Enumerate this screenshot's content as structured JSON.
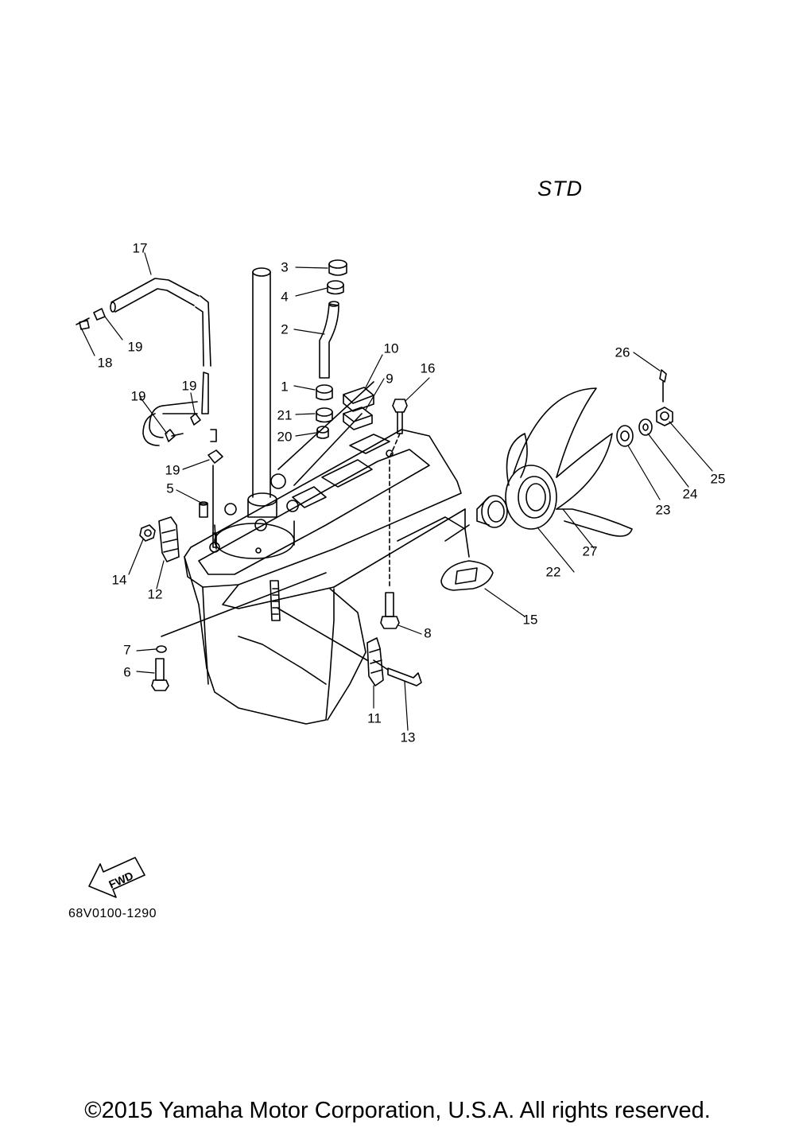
{
  "diagram": {
    "variant_label": "STD",
    "diagram_code": "68V0100-1290",
    "fwd_arrow_text": "FWD",
    "part_numbers": [
      "1",
      "2",
      "3",
      "4",
      "5",
      "6",
      "7",
      "8",
      "9",
      "10",
      "11",
      "12",
      "13",
      "14",
      "15",
      "16",
      "17",
      "18",
      "19",
      "19",
      "19",
      "19",
      "20",
      "21",
      "22",
      "23",
      "24",
      "25",
      "26",
      "27"
    ]
  },
  "footer": {
    "copyright": "©2015 Yamaha Motor Corporation, U.S.A. All rights reserved."
  },
  "colors": {
    "line": "#000000",
    "background": "#ffffff"
  }
}
